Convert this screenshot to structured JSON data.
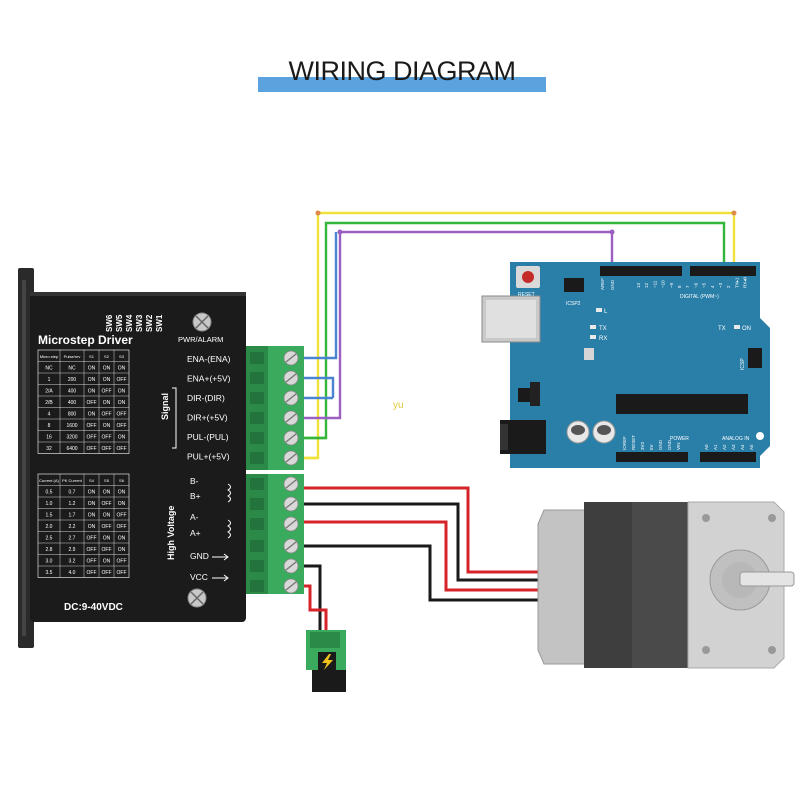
{
  "title": "WIRING DIAGRAM",
  "watermark": "yu",
  "driver": {
    "name": "Microstep Driver",
    "switch_labels": [
      "SW6",
      "SW5",
      "SW4",
      "SW3",
      "SW2",
      "SW1"
    ],
    "pwr_label": "PWR/ALARM",
    "dc_label": "DC:9-40VDC",
    "signal_group_label": "Signal",
    "hv_group_label": "High Voltage",
    "signal_terminals": [
      "ENA-(ENA)",
      "ENA+(+5V)",
      "DIR-(DIR)",
      "DIR+(+5V)",
      "PUL-(PUL)",
      "PUL+(+5V)"
    ],
    "power_terminals": [
      "B-",
      "B+",
      "A-",
      "A+",
      "GND",
      "VCC"
    ],
    "micro_table": {
      "headers": [
        "Micro step",
        "Pulse/rev",
        "S1",
        "S2",
        "S3"
      ],
      "rows": [
        [
          "NC",
          "NC",
          "ON",
          "ON",
          "ON"
        ],
        [
          "1",
          "200",
          "ON",
          "ON",
          "OFF"
        ],
        [
          "2/A",
          "400",
          "ON",
          "OFF",
          "ON"
        ],
        [
          "2/B",
          "400",
          "OFF",
          "ON",
          "ON"
        ],
        [
          "4",
          "800",
          "ON",
          "OFF",
          "OFF"
        ],
        [
          "8",
          "1600",
          "OFF",
          "ON",
          "OFF"
        ],
        [
          "16",
          "3200",
          "OFF",
          "OFF",
          "ON"
        ],
        [
          "32",
          "6400",
          "OFF",
          "OFF",
          "OFF"
        ]
      ]
    },
    "current_table": {
      "headers": [
        "Current (A)",
        "PK Current",
        "S4",
        "S5",
        "S6"
      ],
      "rows": [
        [
          "0.5",
          "0.7",
          "ON",
          "ON",
          "ON"
        ],
        [
          "1.0",
          "1.2",
          "ON",
          "OFF",
          "ON"
        ],
        [
          "1.5",
          "1.7",
          "ON",
          "ON",
          "OFF"
        ],
        [
          "2.0",
          "2.2",
          "ON",
          "OFF",
          "OFF"
        ],
        [
          "2.5",
          "2.7",
          "OFF",
          "ON",
          "ON"
        ],
        [
          "2.8",
          "2.9",
          "OFF",
          "OFF",
          "ON"
        ],
        [
          "3.0",
          "3.2",
          "OFF",
          "ON",
          "OFF"
        ],
        [
          "3.5",
          "4.0",
          "OFF",
          "OFF",
          "OFF"
        ]
      ]
    }
  },
  "arduino": {
    "reset_label": "RESET",
    "icsp2_label": "ICSP2",
    "icsp_label": "ICSP",
    "aref_label": "AREF",
    "gnd_label": "GND",
    "led_l": "L",
    "led_tx": "TX",
    "led_rx": "RX",
    "tx_on": "TX",
    "on_label": "ON",
    "digital_label": "DIGITAL (PWM~)",
    "pin_numbers": [
      "13",
      "12",
      "~11",
      "~10",
      "~9",
      "8",
      "7",
      "~6",
      "~5",
      "4",
      "~3",
      "2",
      "TX▸1",
      "RX◂0"
    ],
    "power_label": "POWER",
    "analog_label": "ANALOG IN",
    "power_pins": [
      "IOREF",
      "RESET",
      "3V3",
      "5V",
      "GND",
      "GND",
      "VIN"
    ],
    "analog_pins": [
      "A0",
      "A1",
      "A2",
      "A3",
      "A4",
      "A5"
    ]
  },
  "colors": {
    "title_bar": "#5ba3de",
    "wire_yellow": "#f0e23a",
    "wire_green": "#35b53a",
    "wire_blue": "#4a84d0",
    "wire_purple": "#9a5fc0",
    "wire_red": "#d6232a",
    "wire_black": "#1a1a1a",
    "driver_body": "#1b1b1b",
    "terminal_green": "#3aaa5c",
    "arduino_board": "#2a7fa8",
    "motor_gray": "#a8a8a8"
  }
}
